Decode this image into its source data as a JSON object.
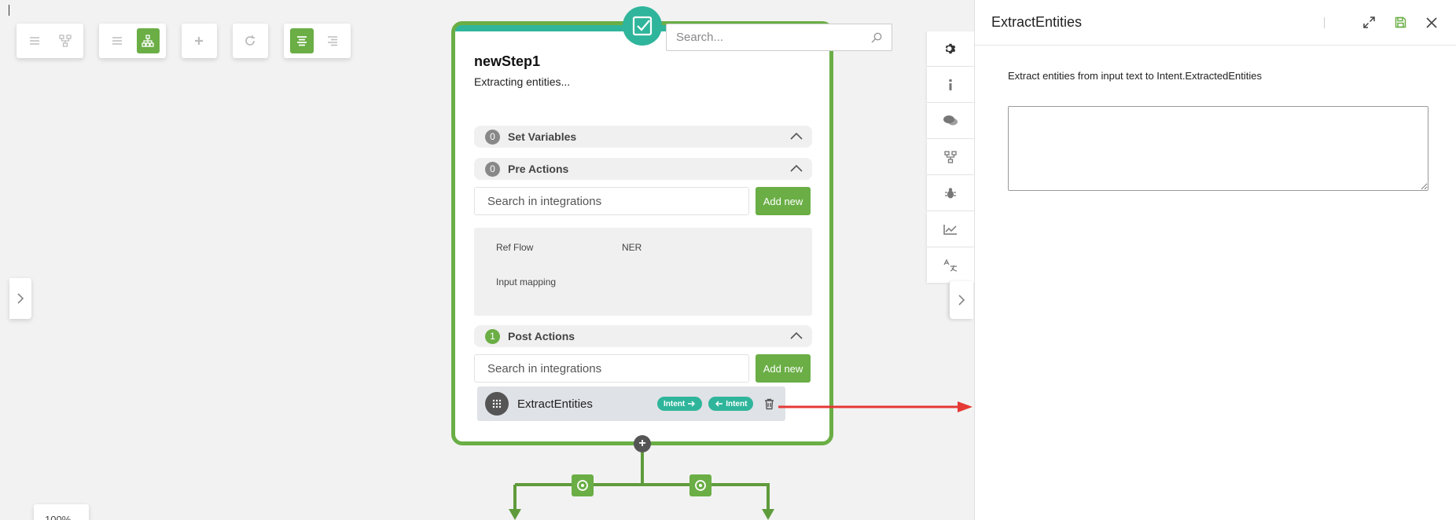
{
  "toolbar": {
    "groups": [
      {
        "buttons": [
          "menu-icon",
          "flow-icon"
        ]
      },
      {
        "buttons": [
          "menu-icon",
          "sitemap-icon"
        ]
      },
      {
        "buttons": [
          "plus-icon"
        ]
      },
      {
        "buttons": [
          "refresh-icon"
        ]
      },
      {
        "buttons": [
          "align-center-icon",
          "align-right-icon"
        ]
      }
    ]
  },
  "zoom": {
    "label": "100%"
  },
  "search": {
    "placeholder": "Search..."
  },
  "node": {
    "title": "newStep1",
    "subtitle": "Extracting entities...",
    "set_variables": {
      "count": "0",
      "label": "Set Variables"
    },
    "pre_actions": {
      "count": "0",
      "label": "Pre Actions",
      "search_placeholder": "Search in integrations",
      "add_label": "Add new"
    },
    "ref": {
      "ref_flow_label": "Ref Flow",
      "ref_flow_value": "NER",
      "input_mapping_label": "Input mapping"
    },
    "post_actions": {
      "count": "1",
      "label": "Post Actions",
      "search_placeholder": "Search in integrations",
      "add_label": "Add new"
    },
    "action_item": {
      "name": "ExtractEntities",
      "in_pill": "Intent",
      "out_pill": "Intent"
    }
  },
  "rail": {
    "icons": [
      "gear-icon",
      "info-icon",
      "chat-icon",
      "flow-icon",
      "bug-icon",
      "chart-icon",
      "translate-icon"
    ]
  },
  "panel": {
    "title": "ExtractEntities",
    "description": "Extract entities from input text to Intent.ExtractedEntities",
    "textarea_value": ""
  },
  "colors": {
    "green": "#6aae45",
    "teal": "#2fb59b",
    "arrow_red": "#e53935"
  }
}
